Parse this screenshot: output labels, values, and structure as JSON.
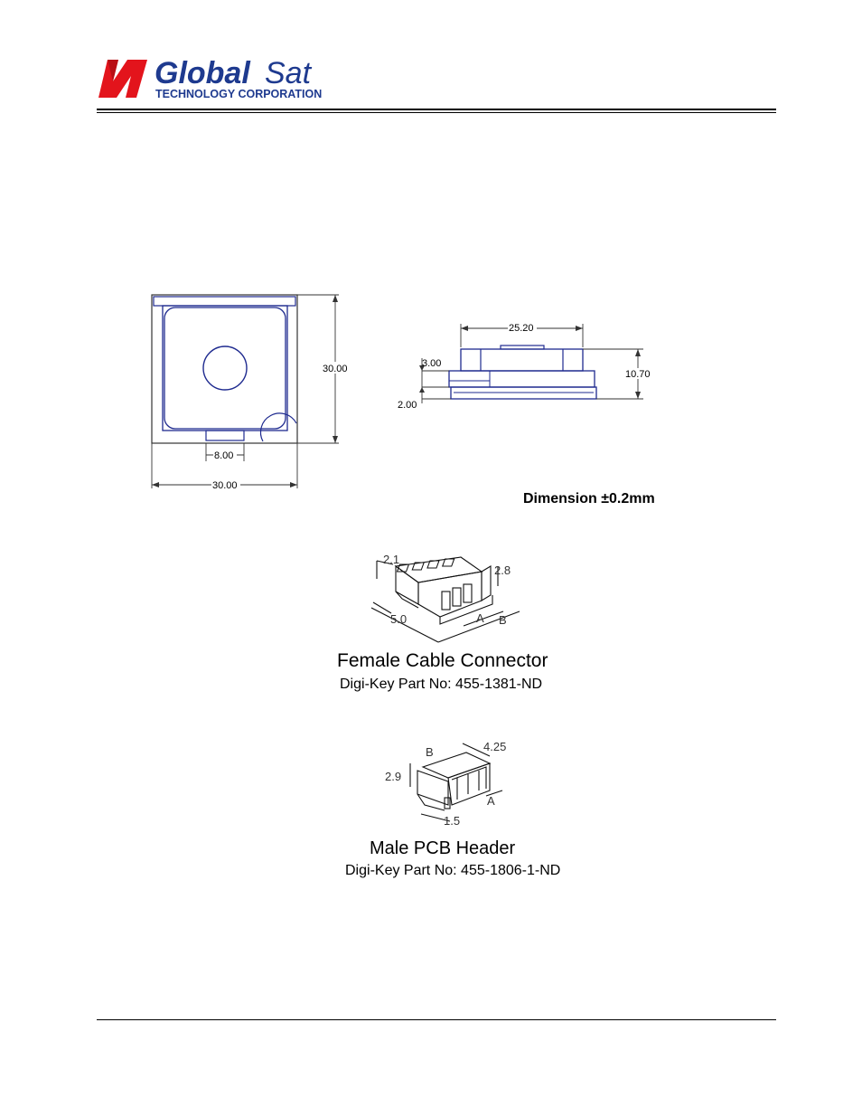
{
  "header": {
    "logo_brand_a": "Global",
    "logo_brand_b": "Sat",
    "logo_tagline": "TECHNOLOGY CORPORATION",
    "brand_red": "#e3141c",
    "brand_blue": "#1e3a8f"
  },
  "module_drawing": {
    "top_view": {
      "height_dim": "30.00",
      "width_dim": "30.00",
      "connector_dim": "8.00"
    },
    "side_view": {
      "width_dim": "25.20",
      "height_dim": "10.70",
      "upper_dim": "3.00",
      "lower_dim": "2.00"
    },
    "tolerance_note": "Dimension ±0.2mm"
  },
  "female_connector": {
    "dims": {
      "d1": "2.1",
      "d2": "2.8",
      "d3": "5.0",
      "a": "A",
      "b": "B"
    },
    "title": "Female Cable Connector",
    "part_no": "Digi-Key Part No: 455-1381-ND"
  },
  "male_header": {
    "dims": {
      "d1": "2.9",
      "d2": "4.25",
      "d3": "1.5",
      "a": "A",
      "b": "B"
    },
    "title": "Male PCB Header",
    "part_no": "Digi-Key Part No: 455-1806-1-ND"
  }
}
